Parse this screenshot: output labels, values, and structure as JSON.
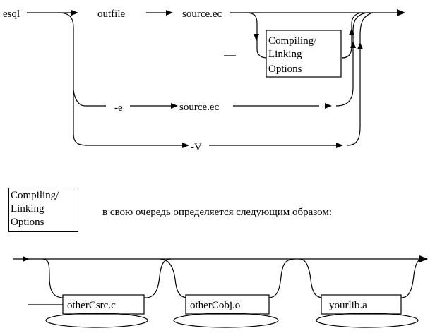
{
  "syntax": {
    "command": "esql",
    "outfile": "outfile",
    "source_top": "source.ec",
    "e_flag": "-e",
    "source_mid": "source.ec",
    "v_flag": "-V",
    "options_box": [
      "Compiling/",
      "Linking",
      "Options"
    ]
  },
  "legend": {
    "box": [
      "Compiling/",
      "Linking",
      "Options"
    ],
    "text": "в свою очередь определяется следующим образом:"
  },
  "options": {
    "items": [
      "otherCsrc.c",
      "otherCobj.o",
      "yourlib.a"
    ]
  }
}
